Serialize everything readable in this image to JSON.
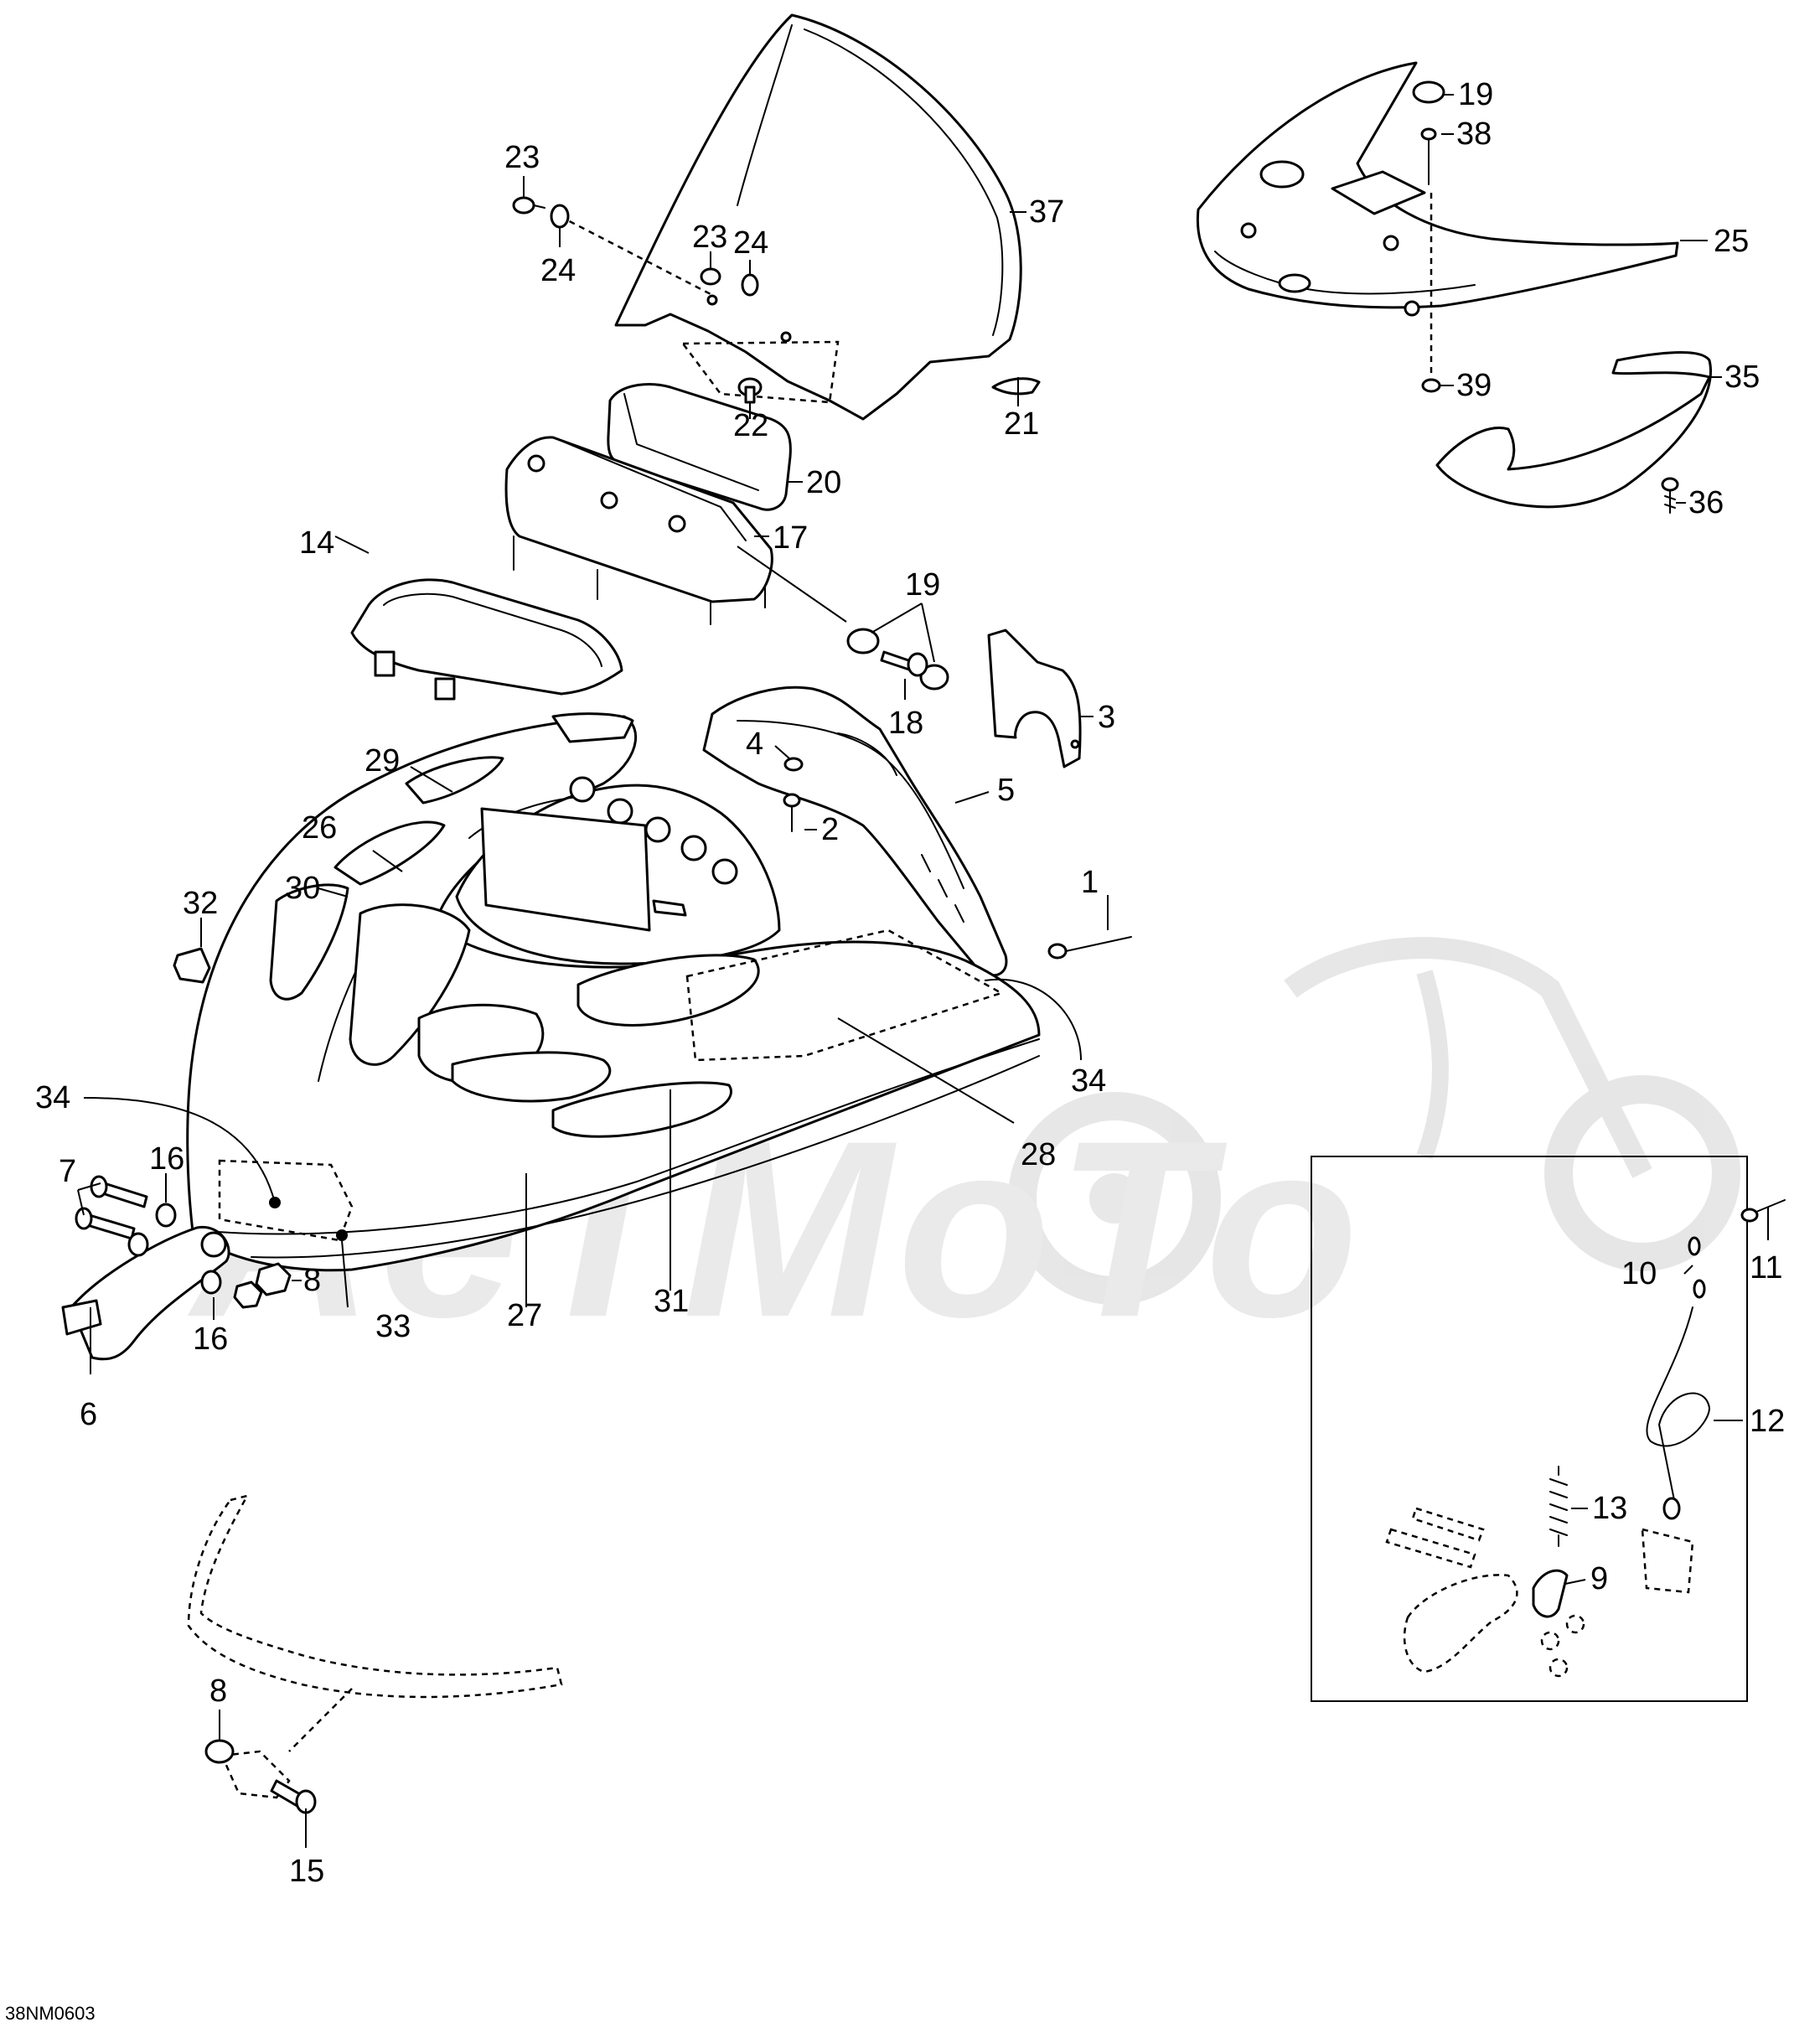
{
  "drawing_code": "38NM0603",
  "watermark": {
    "text": "AeTMoTo"
  },
  "callouts": [
    {
      "id": "c1",
      "label": "1"
    },
    {
      "id": "c2",
      "label": "2"
    },
    {
      "id": "c3",
      "label": "3"
    },
    {
      "id": "c4",
      "label": "4"
    },
    {
      "id": "c5",
      "label": "5"
    },
    {
      "id": "c6",
      "label": "6"
    },
    {
      "id": "c7",
      "label": "7"
    },
    {
      "id": "c8a",
      "label": "8"
    },
    {
      "id": "c8b",
      "label": "8"
    },
    {
      "id": "c9",
      "label": "9"
    },
    {
      "id": "c10",
      "label": "10"
    },
    {
      "id": "c11",
      "label": "11"
    },
    {
      "id": "c12",
      "label": "12"
    },
    {
      "id": "c13",
      "label": "13"
    },
    {
      "id": "c14",
      "label": "14"
    },
    {
      "id": "c15",
      "label": "15"
    },
    {
      "id": "c16a",
      "label": "16"
    },
    {
      "id": "c16b",
      "label": "16"
    },
    {
      "id": "c17",
      "label": "17"
    },
    {
      "id": "c18",
      "label": "18"
    },
    {
      "id": "c19a",
      "label": "19"
    },
    {
      "id": "c19b",
      "label": "19"
    },
    {
      "id": "c20",
      "label": "20"
    },
    {
      "id": "c21",
      "label": "21"
    },
    {
      "id": "c22",
      "label": "22"
    },
    {
      "id": "c23a",
      "label": "23"
    },
    {
      "id": "c23b",
      "label": "23"
    },
    {
      "id": "c24a",
      "label": "24"
    },
    {
      "id": "c24b",
      "label": "24"
    },
    {
      "id": "c25",
      "label": "25"
    },
    {
      "id": "c26",
      "label": "26"
    },
    {
      "id": "c27",
      "label": "27"
    },
    {
      "id": "c28",
      "label": "28"
    },
    {
      "id": "c29",
      "label": "29"
    },
    {
      "id": "c30",
      "label": "30"
    },
    {
      "id": "c31",
      "label": "31"
    },
    {
      "id": "c32",
      "label": "32"
    },
    {
      "id": "c33",
      "label": "33"
    },
    {
      "id": "c34a",
      "label": "34"
    },
    {
      "id": "c34b",
      "label": "34"
    },
    {
      "id": "c35",
      "label": "35"
    },
    {
      "id": "c36",
      "label": "36"
    },
    {
      "id": "c37",
      "label": "37"
    },
    {
      "id": "c38",
      "label": "38"
    },
    {
      "id": "c39",
      "label": "39"
    }
  ]
}
